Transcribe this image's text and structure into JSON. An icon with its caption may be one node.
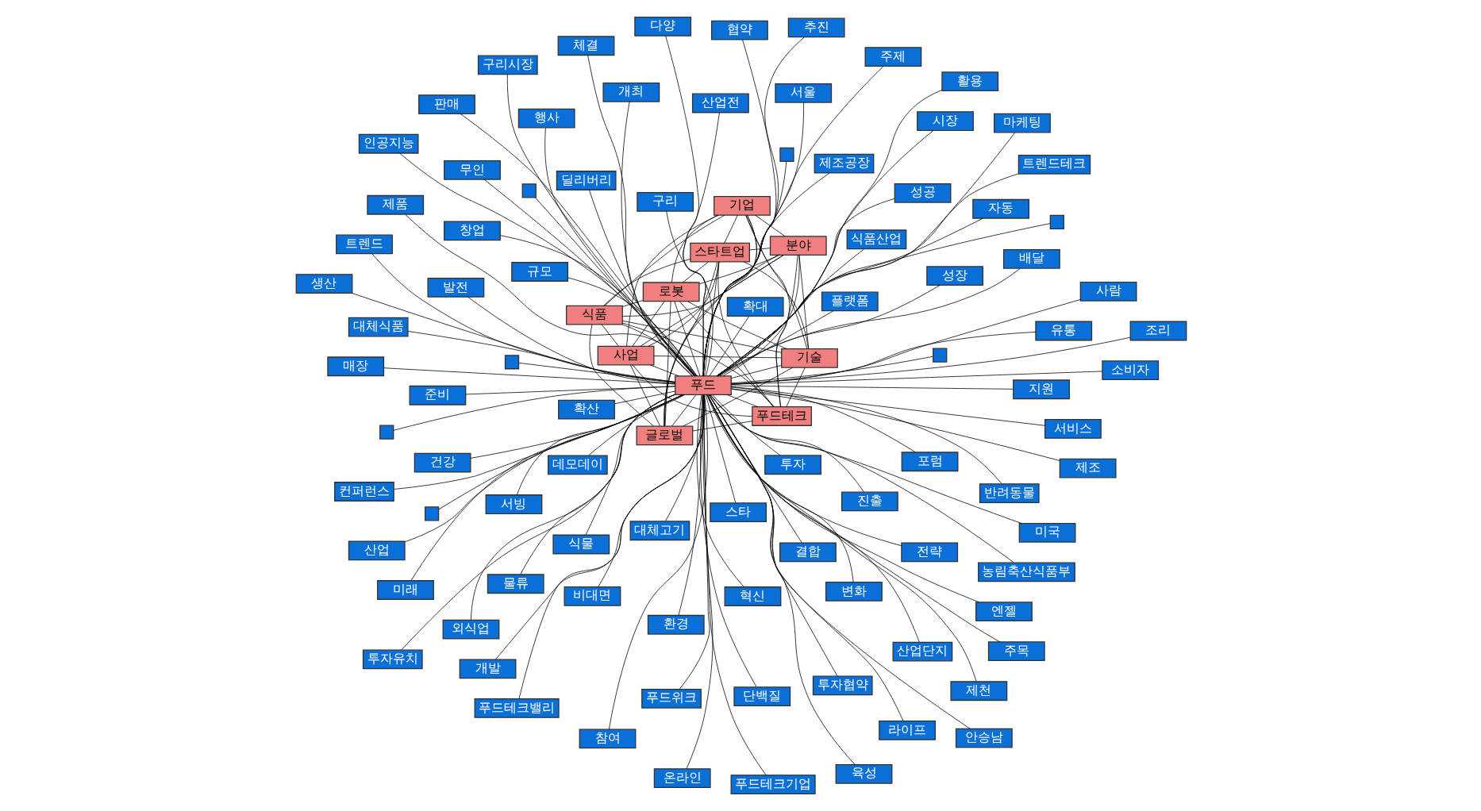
{
  "diagram": {
    "nodes": [
      {
        "text": [],
        "shape": "box"
      },
      {
        "text": [
          "반려동물"
        ]
      },
      {
        "text": [
          "푸드테크기업"
        ]
      },
      {
        "text": [
          "판매"
        ]
      },
      {
        "text": [
          "진출"
        ]
      },
      {
        "text": [],
        "shape": "box"
      },
      {
        "text": [
          "투자유치"
        ]
      },
      {
        "text": [
          "엔젤"
        ]
      },
      {
        "text": [
          "단백질"
        ]
      },
      {
        "text": [
          "제천"
        ]
      },
      {
        "text": [
          "투자협약"
        ]
      },
      {
        "text": [
          "매장"
        ]
      },
      {
        "text": [
          "제조"
        ]
      },
      {
        "text": [
          "유통"
        ]
      },
      {
        "text": [
          "협약"
        ]
      },
      {
        "text": [
          "산업단지"
        ]
      },
      {
        "text": [
          "주목"
        ]
      },
      {
        "text": [
          "제품"
        ]
      },
      {
        "text": [
          "생산"
        ]
      },
      {
        "text": [
          "규모"
        ]
      },
      {
        "text": [
          "대체고기"
        ]
      },
      {
        "text": [
          "식물"
        ]
      },
      {
        "text": [
          "제조공장"
        ]
      },
      {
        "text": [
          "마케팅"
        ]
      },
      {
        "text": [
          "체결"
        ]
      },
      {
        "text": [
          "라이프"
        ]
      },
      {
        "text": [
          "자동"
        ]
      },
      {
        "text": [
          "확산"
        ]
      },
      {
        "text": [
          "환경"
        ]
      },
      {
        "text": [
          "미국"
        ]
      },
      {
        "text": [
          "스타트업"
        ]
      },
      {
        "text": [
          "투자"
        ]
      },
      {
        "text": [
          "개발"
        ]
      },
      {
        "text": [
          "창업"
        ]
      },
      {
        "text": [
          "성공"
        ]
      },
      {
        "text": [
          "결합"
        ]
      },
      {
        "text": [
          "확대"
        ]
      },
      {
        "text": [
          "활용"
        ]
      },
      {
        "text": [
          "대체식품"
        ]
      },
      {
        "text": [
          "식품"
        ]
      },
      {
        "text": [
          "구리시장"
        ]
      },
      {
        "text": [
          "무인"
        ]
      },
      {
        "text": [
          "로봇"
        ]
      },
      {
        "text": [
          "배달"
        ]
      },
      {
        "text": [
          "서비스"
        ]
      },
      {
        "text": [
          "글로벌"
        ]
      },
      {
        "text": [
          "푸드테크"
        ]
      },
      {
        "text": [
          "전략"
        ]
      },
      {
        "text": [
          "조리"
        ]
      },
      {
        "text": [
          "기술"
        ]
      },
      {
        "text": [
          "준비"
        ]
      },
      {
        "text": [
          "사람"
        ]
      },
      {
        "text": [
          "추진"
        ]
      },
      {
        "text": [
          "기업"
        ]
      },
      {
        "text": [
          "시장"
        ]
      },
      {
        "text": [
          "육성"
        ]
      },
      {
        "text": [
          "외식업"
        ]
      },
      {
        "text": [
          "인공지능"
        ]
      },
      {
        "text": [
          "성장"
        ]
      },
      {
        "text": [
          "트렌드"
        ]
      },
      {
        "text": [
          "푸드"
        ]
      },
      {
        "text": [
          "다양"
        ]
      },
      {
        "text": [
          "산업"
        ]
      },
      {
        "text": [],
        "shape": "box"
      },
      {
        "text": [
          "지원"
        ]
      },
      {
        "text": [
          "서빙"
        ]
      },
      {
        "text": [
          "플랫폼"
        ]
      },
      {
        "text": [
          "분야"
        ]
      },
      {
        "text": [
          "안승남"
        ]
      },
      {
        "text": [
          "사업"
        ]
      },
      {
        "text": [
          "온라인"
        ]
      },
      {
        "text": [
          "서울"
        ]
      },
      {
        "text": [
          "구리"
        ]
      },
      {
        "text": [
          "건강"
        ]
      },
      {
        "text": [
          "비대면"
        ]
      },
      {
        "text": [
          "변화"
        ]
      },
      {
        "text": [
          "식품산업"
        ]
      },
      {
        "text": [
          "푸드테크밸리"
        ]
      },
      {
        "text": [],
        "shape": "box"
      },
      {
        "text": [
          "소비자"
        ]
      },
      {
        "text": [
          "발전"
        ]
      },
      {
        "text": [
          "미래"
        ]
      },
      {
        "text": [],
        "shape": "box"
      },
      {
        "text": [
          "혁신"
        ]
      },
      {
        "text": [
          "개최"
        ]
      },
      {
        "text": [
          "행사"
        ]
      },
      {
        "text": [],
        "shape": "box"
      },
      {
        "text": [],
        "shape": "box"
      },
      {
        "text": [
          "딜리버리"
        ]
      },
      {
        "text": [
          "참여"
        ]
      },
      {
        "text": [
          "주제"
        ]
      },
      {
        "text": [
          "컨퍼런스"
        ]
      },
      {
        "text": [
          "트렌드테크"
        ]
      },
      {
        "text": [
          "산업전"
        ]
      },
      {
        "text": [
          "데모데이"
        ]
      },
      {
        "text": [
          "푸드위크"
        ]
      },
      {
        "text": [
          "스타"
        ]
      },
      {
        "text": [
          "농림축산식품부"
        ]
      },
      {
        "text": [
          "포럼"
        ]
      },
      {
        "text": [
          "물류"
        ]
      }
    ],
    "edges": [
      {
        "from": 60,
        "to": 0,
        "arrow": "none"
      },
      {
        "from": 60,
        "to": 1,
        "arrow": "none"
      },
      {
        "from": 60,
        "to": 2,
        "arrow": "none"
      },
      {
        "from": 60,
        "to": 3,
        "arrow": "none"
      },
      {
        "from": 60,
        "to": 4,
        "arrow": "none"
      },
      {
        "from": 60,
        "to": 5,
        "arrow": "none"
      },
      {
        "from": 60,
        "to": 6,
        "arrow": "none"
      },
      {
        "from": 60,
        "to": 7,
        "arrow": "none"
      },
      {
        "from": 60,
        "to": 8,
        "arrow": "none"
      },
      {
        "from": 60,
        "to": 9,
        "arrow": "none"
      },
      {
        "from": 60,
        "to": 10,
        "arrow": "none"
      },
      {
        "from": 60,
        "to": 11,
        "arrow": "none"
      },
      {
        "from": 60,
        "to": 12,
        "arrow": "none"
      },
      {
        "from": 60,
        "to": 13,
        "arrow": "none"
      },
      {
        "from": 60,
        "to": 14,
        "arrow": "none"
      },
      {
        "from": 60,
        "to": 15,
        "arrow": "none"
      },
      {
        "from": 60,
        "to": 16,
        "arrow": "none"
      },
      {
        "from": 60,
        "to": 17,
        "arrow": "none"
      },
      {
        "from": 60,
        "to": 18,
        "arrow": "none"
      },
      {
        "from": 60,
        "to": 19,
        "arrow": "none"
      },
      {
        "from": 60,
        "to": 20,
        "arrow": "none"
      },
      {
        "from": 60,
        "to": 21,
        "arrow": "none"
      },
      {
        "from": 60,
        "to": 22,
        "arrow": "none"
      },
      {
        "from": 60,
        "to": 23,
        "arrow": "none"
      },
      {
        "from": 60,
        "to": 24,
        "arrow": "none"
      },
      {
        "from": 60,
        "to": 25,
        "arrow": "none"
      },
      {
        "from": 60,
        "to": 26,
        "arrow": "none"
      },
      {
        "from": 60,
        "to": 27,
        "arrow": "none"
      },
      {
        "from": 60,
        "to": 28,
        "arrow": "none"
      },
      {
        "from": 60,
        "to": 29,
        "arrow": "none"
      },
      {
        "from": 60,
        "to": 30,
        "arrow": "none"
      },
      {
        "from": 60,
        "to": 31,
        "arrow": "none"
      },
      {
        "from": 60,
        "to": 32,
        "arrow": "none"
      },
      {
        "from": 60,
        "to": 33,
        "arrow": "none"
      },
      {
        "from": 60,
        "to": 34,
        "arrow": "none"
      },
      {
        "from": 60,
        "to": 35,
        "arrow": "none"
      },
      {
        "from": 60,
        "to": 36,
        "arrow": "none"
      },
      {
        "from": 60,
        "to": 37,
        "arrow": "none"
      },
      {
        "from": 60,
        "to": 38,
        "arrow": "none"
      },
      {
        "from": 60,
        "to": 39,
        "arrow": "none"
      },
      {
        "from": 60,
        "to": 40,
        "arrow": "none"
      },
      {
        "from": 60,
        "to": 41,
        "arrow": "none"
      },
      {
        "from": 60,
        "to": 42,
        "arrow": "none"
      },
      {
        "from": 60,
        "to": 43,
        "arrow": "none"
      },
      {
        "from": 60,
        "to": 44,
        "arrow": "none"
      },
      {
        "from": 60,
        "to": 45,
        "arrow": "none"
      },
      {
        "from": 60,
        "to": 46,
        "arrow": "none"
      },
      {
        "from": 60,
        "to": 47,
        "arrow": "none"
      },
      {
        "from": 60,
        "to": 48,
        "arrow": "none"
      },
      {
        "from": 60,
        "to": 49,
        "arrow": "none"
      },
      {
        "from": 60,
        "to": 50,
        "arrow": "none"
      },
      {
        "from": 60,
        "to": 51,
        "arrow": "none"
      },
      {
        "from": 60,
        "to": 52,
        "arrow": "none"
      },
      {
        "from": 60,
        "to": 53,
        "arrow": "none"
      },
      {
        "from": 60,
        "to": 54,
        "arrow": "none"
      },
      {
        "from": 60,
        "to": 55,
        "arrow": "none"
      },
      {
        "from": 60,
        "to": 56,
        "arrow": "none"
      },
      {
        "from": 60,
        "to": 57,
        "arrow": "none"
      },
      {
        "from": 60,
        "to": 58,
        "arrow": "none"
      },
      {
        "from": 60,
        "to": 59,
        "arrow": "none"
      },
      {
        "from": 60,
        "to": 61,
        "arrow": "none"
      },
      {
        "from": 60,
        "to": 62,
        "arrow": "none"
      },
      {
        "from": 60,
        "to": 63,
        "arrow": "none"
      },
      {
        "from": 60,
        "to": 64,
        "arrow": "none"
      },
      {
        "from": 60,
        "to": 65,
        "arrow": "none"
      },
      {
        "from": 60,
        "to": 66,
        "arrow": "none"
      },
      {
        "from": 60,
        "to": 67,
        "arrow": "none"
      },
      {
        "from": 60,
        "to": 68,
        "arrow": "none"
      },
      {
        "from": 60,
        "to": 69,
        "arrow": "none"
      },
      {
        "from": 60,
        "to": 70,
        "arrow": "none"
      },
      {
        "from": 60,
        "to": 71,
        "arrow": "none"
      },
      {
        "from": 60,
        "to": 72,
        "arrow": "none"
      },
      {
        "from": 60,
        "to": 73,
        "arrow": "none"
      },
      {
        "from": 60,
        "to": 74,
        "arrow": "none"
      },
      {
        "from": 60,
        "to": 75,
        "arrow": "none"
      },
      {
        "from": 60,
        "to": 76,
        "arrow": "none"
      },
      {
        "from": 60,
        "to": 77,
        "arrow": "none"
      },
      {
        "from": 60,
        "to": 78,
        "arrow": "none"
      },
      {
        "from": 60,
        "to": 79,
        "arrow": "none"
      },
      {
        "from": 60,
        "to": 80,
        "arrow": "none"
      },
      {
        "from": 60,
        "to": 81,
        "arrow": "none"
      },
      {
        "from": 60,
        "to": 82,
        "arrow": "none"
      },
      {
        "from": 60,
        "to": 83,
        "arrow": "none"
      },
      {
        "from": 60,
        "to": 84,
        "arrow": "none"
      },
      {
        "from": 60,
        "to": 85,
        "arrow": "none"
      },
      {
        "from": 60,
        "to": 86,
        "arrow": "none"
      },
      {
        "from": 60,
        "to": 87,
        "arrow": "none"
      },
      {
        "from": 60,
        "to": 88,
        "arrow": "none"
      },
      {
        "from": 60,
        "to": 89,
        "arrow": "none"
      },
      {
        "from": 60,
        "to": 90,
        "arrow": "none"
      },
      {
        "from": 60,
        "to": 91,
        "arrow": "none"
      },
      {
        "from": 60,
        "to": 92,
        "arrow": "none"
      },
      {
        "from": 60,
        "to": 93,
        "arrow": "none"
      },
      {
        "from": 60,
        "to": 94,
        "arrow": "none"
      },
      {
        "from": 60,
        "to": 95,
        "arrow": "none"
      },
      {
        "from": 60,
        "to": 96,
        "arrow": "none"
      },
      {
        "from": 60,
        "to": 97,
        "arrow": "none"
      },
      {
        "from": 60,
        "to": 98,
        "arrow": "none"
      },
      {
        "from": 60,
        "to": 99,
        "arrow": "none"
      },
      {
        "from": 46,
        "to": 30,
        "arrow": "none"
      },
      {
        "from": 46,
        "to": 39,
        "arrow": "none"
      },
      {
        "from": 46,
        "to": 42,
        "arrow": "none"
      },
      {
        "from": 46,
        "to": 45,
        "arrow": "none"
      },
      {
        "from": 46,
        "to": 49,
        "arrow": "none"
      },
      {
        "from": 46,
        "to": 53,
        "arrow": "none"
      },
      {
        "from": 46,
        "to": 67,
        "arrow": "none"
      },
      {
        "from": 46,
        "to": 69,
        "arrow": "none"
      },
      {
        "from": 30,
        "to": 39,
        "arrow": "none"
      },
      {
        "from": 30,
        "to": 42,
        "arrow": "none"
      },
      {
        "from": 30,
        "to": 45,
        "arrow": "none"
      },
      {
        "from": 30,
        "to": 49,
        "arrow": "none"
      },
      {
        "from": 30,
        "to": 53,
        "arrow": "none"
      },
      {
        "from": 30,
        "to": 67,
        "arrow": "none"
      },
      {
        "from": 30,
        "to": 69,
        "arrow": "none"
      },
      {
        "from": 39,
        "to": 42,
        "arrow": "none"
      },
      {
        "from": 39,
        "to": 45,
        "arrow": "none"
      },
      {
        "from": 39,
        "to": 49,
        "arrow": "none"
      },
      {
        "from": 39,
        "to": 53,
        "arrow": "none"
      },
      {
        "from": 39,
        "to": 67,
        "arrow": "none"
      },
      {
        "from": 39,
        "to": 69,
        "arrow": "none"
      },
      {
        "from": 42,
        "to": 45,
        "arrow": "none"
      },
      {
        "from": 42,
        "to": 49,
        "arrow": "none"
      },
      {
        "from": 42,
        "to": 53,
        "arrow": "none"
      },
      {
        "from": 42,
        "to": 67,
        "arrow": "none"
      },
      {
        "from": 42,
        "to": 69,
        "arrow": "none"
      },
      {
        "from": 45,
        "to": 49,
        "arrow": "none"
      },
      {
        "from": 45,
        "to": 53,
        "arrow": "none"
      },
      {
        "from": 45,
        "to": 67,
        "arrow": "none"
      },
      {
        "from": 45,
        "to": 69,
        "arrow": "none"
      },
      {
        "from": 49,
        "to": 53,
        "arrow": "none"
      },
      {
        "from": 49,
        "to": 67,
        "arrow": "none"
      },
      {
        "from": 49,
        "to": 69,
        "arrow": "none"
      },
      {
        "from": 53,
        "to": 67,
        "arrow": "none"
      },
      {
        "from": 53,
        "to": 69,
        "arrow": "none"
      },
      {
        "from": 67,
        "to": 69,
        "arrow": "none"
      }
    ]
  }
}
